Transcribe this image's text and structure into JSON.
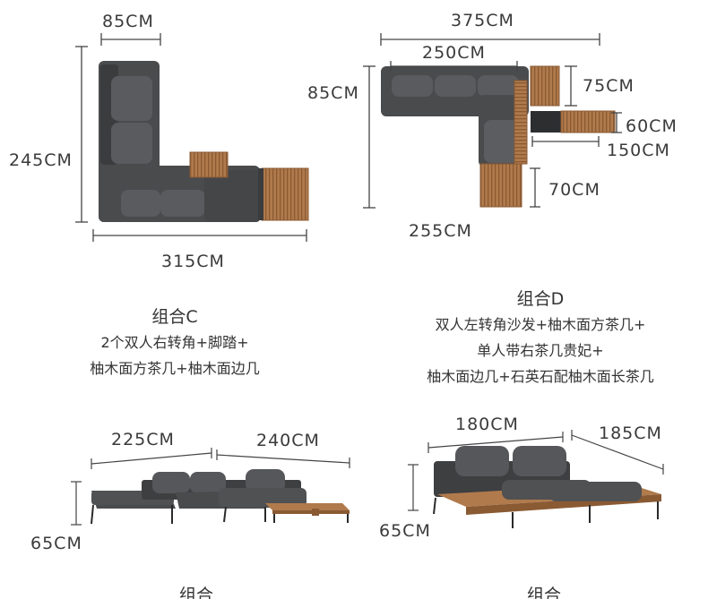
{
  "dimensions": {
    "c_top_width": "85CM",
    "c_height": "245CM",
    "c_bottom_width": "315CM",
    "d_total_width": "375CM",
    "d_sofa_width": "250CM",
    "d_depth": "85CM",
    "d_table_depth": "75CM",
    "d_table_height": "60CM",
    "d_table_width": "150CM",
    "d_chaise_depth": "70CM",
    "d_bottom_width": "255CM",
    "e_width_left": "225CM",
    "e_width_right": "240CM",
    "e_height": "65CM",
    "f_width_left": "180CM",
    "f_width_right": "185CM",
    "f_height": "65CM"
  },
  "combos": {
    "c": {
      "title": "组合C",
      "lines": [
        "2个双人右转角+脚踏+",
        "柚木面方茶几+柚木面边几"
      ]
    },
    "d": {
      "title": "组合D",
      "lines": [
        "双人左转角沙发+柚木面方茶几+",
        "单人带右茶几贵妃+",
        "柚木面边几+石英石配柚木面长茶几"
      ]
    },
    "e": {
      "title_partial": "组合"
    },
    "f": {
      "title_partial": "组合"
    }
  },
  "colors": {
    "cushion": "#4a4b4d",
    "cushion_light": "#5c5d60",
    "frame": "#3b3c3e",
    "teak": "#b07a4c",
    "teak_dark": "#8a5a33",
    "line": "#444444"
  }
}
